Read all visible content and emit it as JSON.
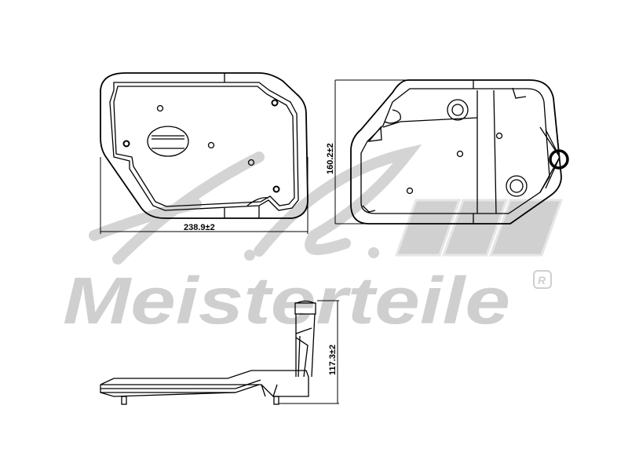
{
  "watermark": {
    "brand_text": "Meisterteile",
    "registered_mark": "R",
    "logo_initials": "A.L.",
    "color": "#cfcfcf"
  },
  "drawing": {
    "subject": "transmission-filter",
    "line_color": "#000000",
    "views": [
      {
        "name": "top-view",
        "dimension_label": "238.9±2",
        "dimension_axis": "horizontal"
      },
      {
        "name": "bottom-view",
        "dimension_label": "160.2±2",
        "dimension_axis": "vertical"
      },
      {
        "name": "side-view",
        "dimension_label": "117.3±2",
        "dimension_axis": "vertical"
      }
    ]
  }
}
